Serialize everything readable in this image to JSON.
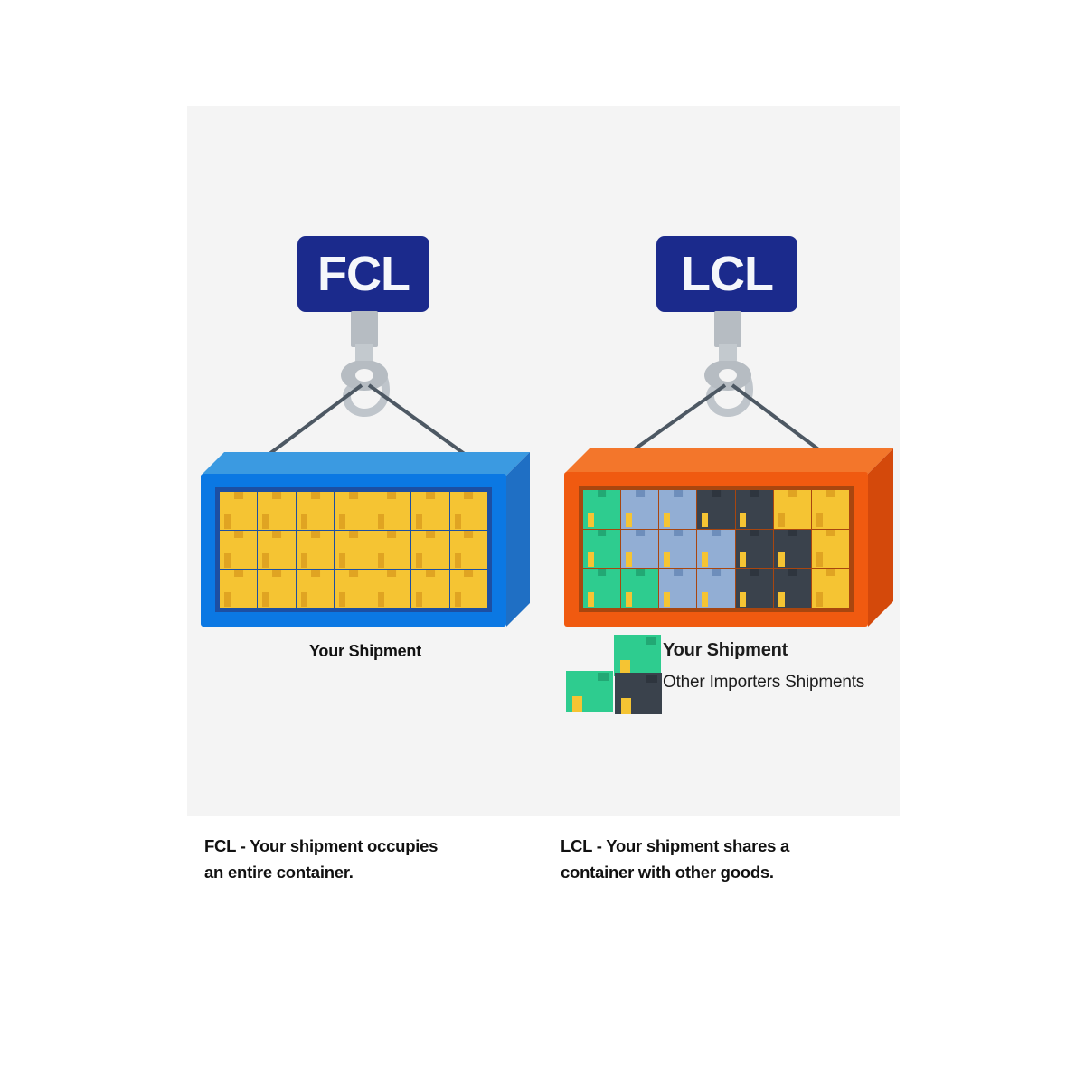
{
  "panel": {
    "background_color": "#f4f4f4"
  },
  "colors": {
    "sign_navy": "#1b2a8c",
    "sign_text": "#f5f7fb",
    "cable": "#4d5863",
    "hook_light": "#c3c9ce",
    "hook_mid": "#b6bcc2",
    "hook_dark": "#a7aeb5",
    "fcl_top": "#3b9ae1",
    "fcl_body": "#0b78e3",
    "fcl_inner": "#1c4fa3",
    "lcl_top": "#f3762b",
    "lcl_body": "#f05a10",
    "lcl_inner": "#a8460f",
    "box_yellow": "#f5c433",
    "box_yellow_tab": "#e0a422",
    "box_green": "#2ecc8f",
    "box_green_tab": "#22a874",
    "box_blue": "#92aed4",
    "box_blue_tab": "#6e8ebb",
    "box_dark": "#3a424c",
    "box_dark_tab": "#2e353e",
    "tab_yellow_accent": "#f5c433",
    "text_dark": "#111111"
  },
  "fcl": {
    "sign_label": "FCL",
    "shipment_label": "Your Shipment",
    "caption": "FCL - Your shipment occupies\nan entire container.",
    "cargo": {
      "rows": 3,
      "cols": 7,
      "grid": [
        [
          "yellow",
          "yellow",
          "yellow",
          "yellow",
          "yellow",
          "yellow",
          "yellow"
        ],
        [
          "yellow",
          "yellow",
          "yellow",
          "yellow",
          "yellow",
          "yellow",
          "yellow"
        ],
        [
          "yellow",
          "yellow",
          "yellow",
          "yellow",
          "yellow",
          "yellow",
          "yellow"
        ]
      ]
    }
  },
  "lcl": {
    "sign_label": "LCL",
    "caption": "LCL - Your shipment shares a\ncontainer with other goods.",
    "cargo": {
      "rows": 3,
      "cols": 7,
      "grid": [
        [
          "green",
          "blue",
          "blue",
          "dark",
          "dark",
          "yellow",
          "yellow"
        ],
        [
          "green",
          "blue",
          "blue",
          "blue",
          "dark",
          "dark",
          "yellow"
        ],
        [
          "green",
          "green",
          "blue",
          "blue",
          "dark",
          "dark",
          "yellow"
        ]
      ]
    },
    "legend": {
      "your_shipment_label": "Your Shipment",
      "other_shipments_label": "Other Importers Shipments",
      "your_shipment_swatch": "green",
      "other_shipments_swatches": [
        "green",
        "dark"
      ]
    }
  }
}
